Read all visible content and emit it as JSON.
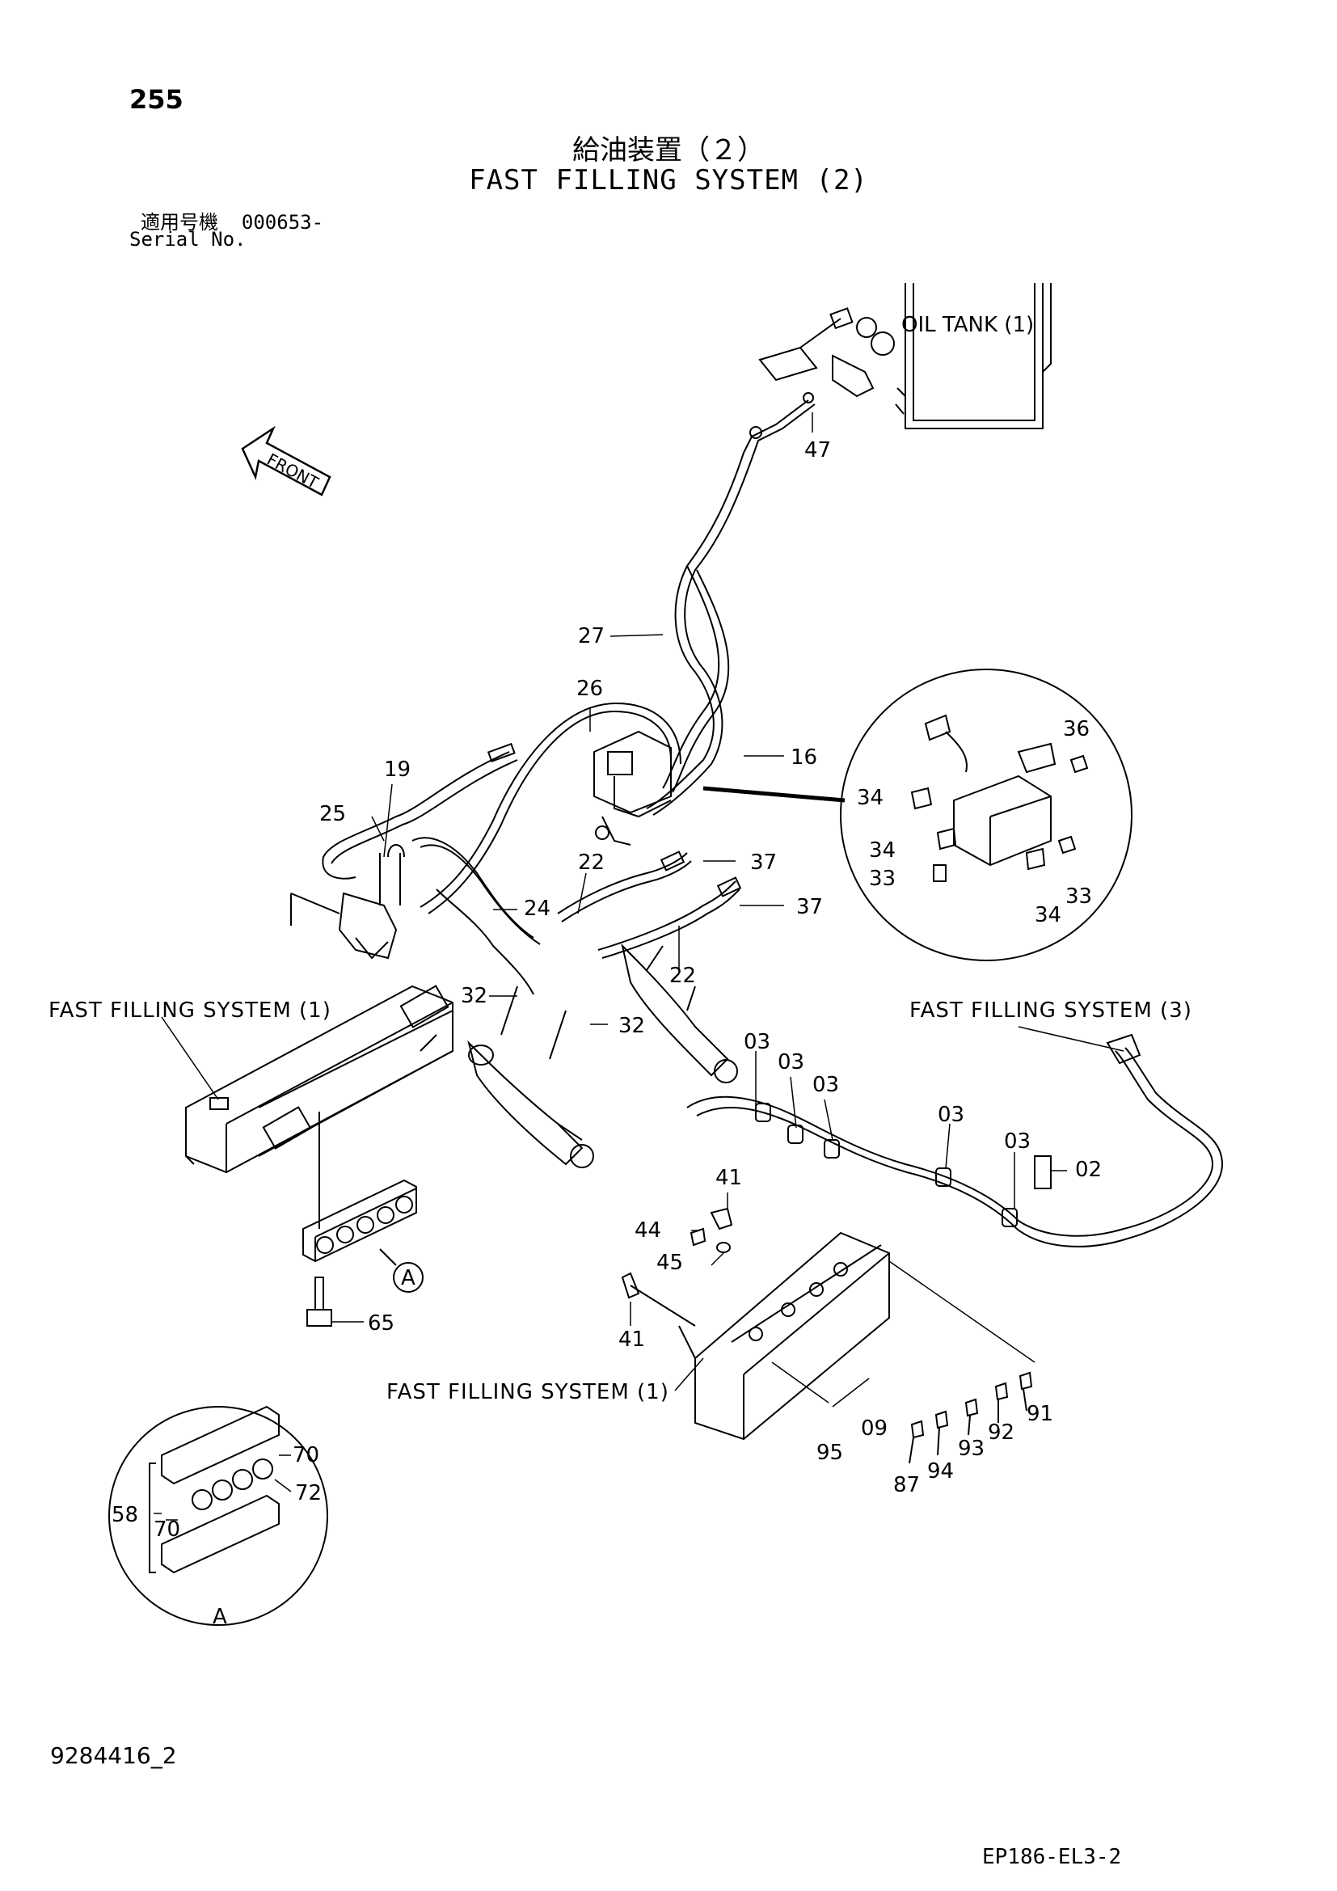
{
  "page_number": "255",
  "title_jp": "給油装置（２）",
  "title_en": "FAST FILLING SYSTEM (2)",
  "serial_label_jp": "適用号機",
  "serial_value": "000653-",
  "serial_label_en": "Serial No.",
  "front_label": "FRONT",
  "callouts": {
    "oil_tank": "OIL TANK (1)",
    "ffs1_left": "FAST FILLING SYSTEM (1)",
    "ffs3": "FAST FILLING SYSTEM (3)",
    "ffs1_bottom": "FAST FILLING SYSTEM (1)"
  },
  "parts": {
    "p47": "47",
    "p27": "27",
    "p26": "26",
    "p16": "16",
    "p19": "19",
    "p25": "25",
    "p36": "36",
    "p34a": "34",
    "p34b": "34",
    "p34c": "34",
    "p33a": "33",
    "p33b": "33",
    "p22a": "22",
    "p37a": "37",
    "p37b": "37",
    "p24": "24",
    "p22b": "22",
    "p32a": "32",
    "p32b": "32",
    "p03a": "03",
    "p03b": "03",
    "p03c": "03",
    "p03d": "03",
    "p03e": "03",
    "p02": "02",
    "p41a": "41",
    "p44": "44",
    "p45": "45",
    "p41b": "41",
    "p65": "65",
    "pA": "A",
    "p09": "09",
    "p95": "95",
    "p87": "87",
    "p94": "94",
    "p93": "93",
    "p92": "92",
    "p91": "91",
    "p58": "58",
    "p70a": "70",
    "p72": "72",
    "p70b": "70",
    "pA2": "A"
  },
  "drawing_code": "9284416_2",
  "sheet_code": "EP186-EL3-2"
}
